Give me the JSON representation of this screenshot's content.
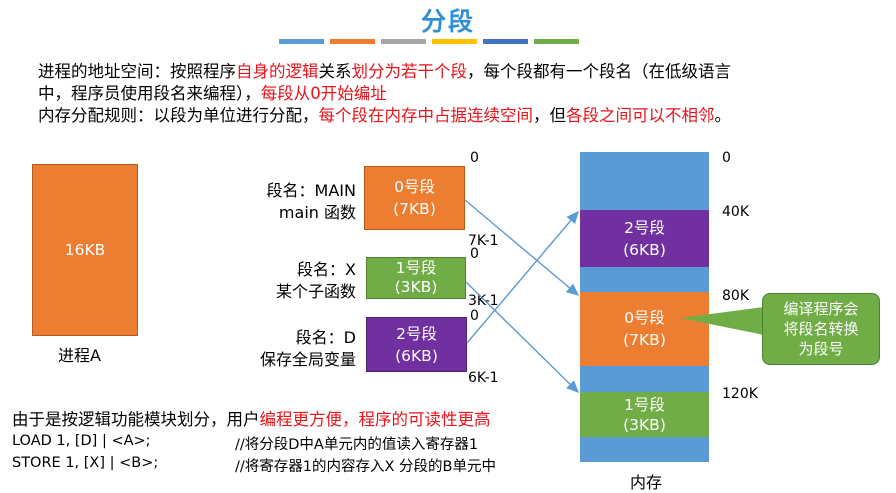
{
  "title": "分段",
  "colors": {
    "title": "#2e8fd4",
    "accent_red": "#e8141b",
    "orange": "#ed7d31",
    "green": "#70ad47",
    "purple": "#7030a0",
    "blue": "#5b9bd5",
    "arrow": "#5b9bd5",
    "bars": [
      "#5b9bd5",
      "#ed7d31",
      "#a5a5a5",
      "#ffc000",
      "#4472c4",
      "#70ad47"
    ]
  },
  "intro": {
    "line1_a": "进程的地址空间：按照程序",
    "line1_b": "自身的逻辑",
    "line1_c": "关系",
    "line1_d": "划分为若干个段",
    "line1_e": "，每个段都有一个段名（在低级语言",
    "line2_a": "中，程序员使用段名来编程），",
    "line2_b": "每段从0开始编址",
    "line3_a": "内存分配规则：以段为单位进行分配，",
    "line3_b": "每个段在内存中占据连续空间",
    "line3_c": "，但",
    "line3_d": "各段之间可以不相邻",
    "line3_e": "。"
  },
  "process": {
    "size": "16KB",
    "label": "进程A"
  },
  "segments": [
    {
      "name_line1": "段名：MAIN",
      "name_line2": "main 函数",
      "box_line1": "0号段",
      "box_line2": "(7KB)",
      "start": "0",
      "end": "7K-1"
    },
    {
      "name_line1": "段名：X",
      "name_line2": "某个子函数",
      "box_line1": "1号段",
      "box_line2": "(3KB)",
      "start": "0",
      "end": "3K-1"
    },
    {
      "name_line1": "段名：D",
      "name_line2": "保存全局变量",
      "box_line1": "2号段",
      "box_line2": "(6KB)",
      "start": "0",
      "end": "6K-1"
    }
  ],
  "memory": {
    "label": "内存",
    "addresses": [
      "0",
      "40K",
      "80K",
      "120K"
    ],
    "blocks": [
      {
        "line1": "2号段",
        "line2": "(6KB)"
      },
      {
        "line1": "0号段",
        "line2": "(7KB)"
      },
      {
        "line1": "1号段",
        "line2": "(3KB)"
      }
    ]
  },
  "callout": {
    "line1": "编译程序会",
    "line2": "将段名转换",
    "line3": "为段号"
  },
  "bottom": {
    "line1_a": "由于是按逻辑功能模块划分，用户",
    "line1_b": "编程更方便，程序的可读性更高",
    "code": [
      {
        "instr": "LOAD 1, [D] | <A>;",
        "comment": "//将分段D中A单元内的值读入寄存器1"
      },
      {
        "instr": "STORE 1, [X] | <B>;",
        "comment": "//将寄存器1的内容存入X 分段的B单元中"
      }
    ]
  }
}
